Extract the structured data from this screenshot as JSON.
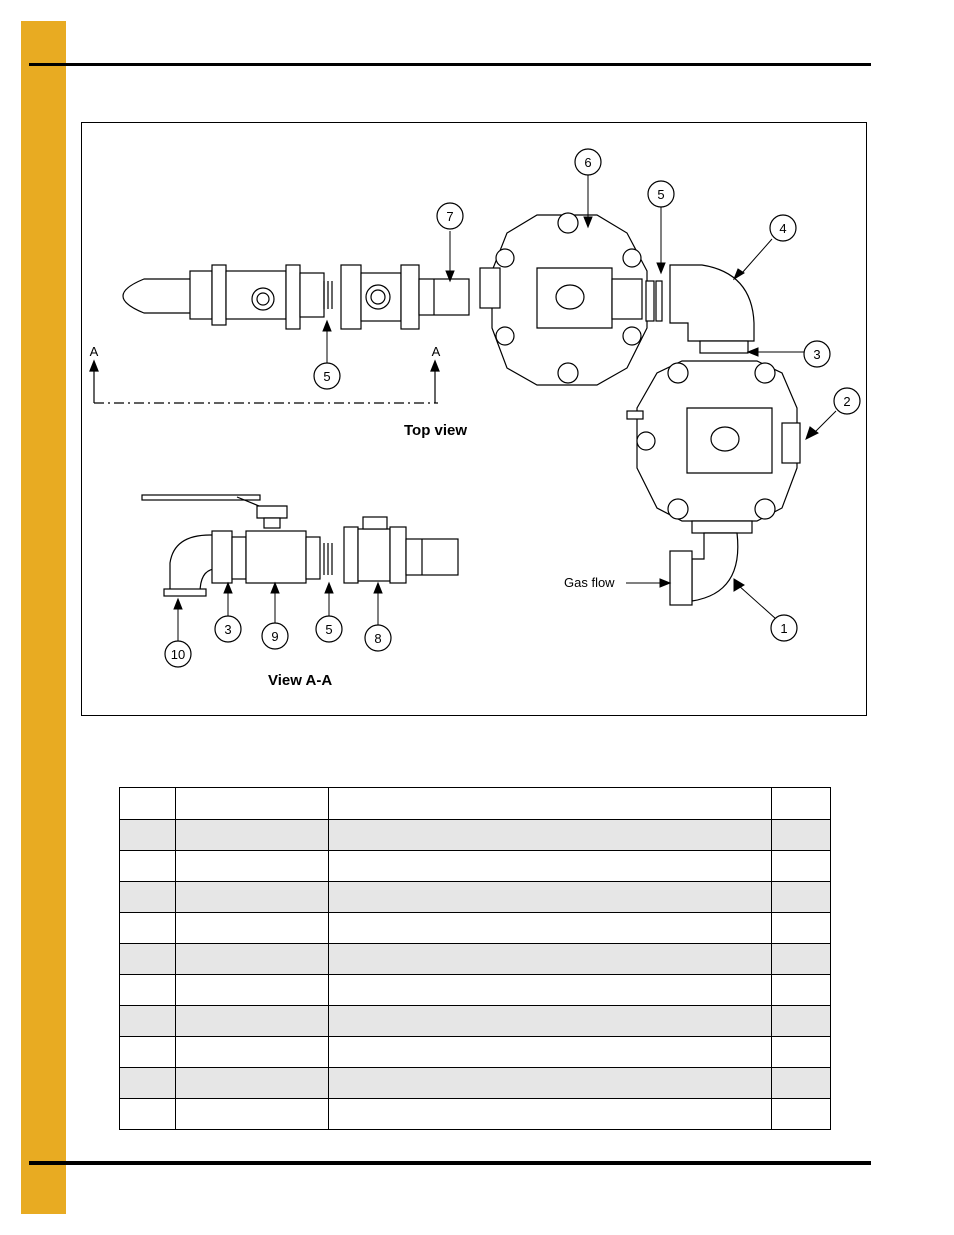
{
  "colors": {
    "side_tab": "#E8AB22",
    "row_shade": "#e6e6e6"
  },
  "figure": {
    "top_view_label": "Top view",
    "view_aa_label": "View A-A",
    "gas_flow_label": "Gas flow",
    "section_a_left": "A",
    "section_a_right": "A",
    "callouts_top": {
      "c6": "6",
      "c7": "7",
      "c5a": "5",
      "c4": "4",
      "c5b": "5",
      "c3": "3",
      "c2": "2",
      "c1": "1"
    },
    "callouts_aa": {
      "c10": "10",
      "c3": "3",
      "c9": "9",
      "c5": "5",
      "c8": "8"
    }
  },
  "table": {
    "headers": [
      "",
      "",
      "",
      ""
    ],
    "rows": [
      [
        "",
        "",
        "",
        ""
      ],
      [
        "",
        "",
        "",
        ""
      ],
      [
        "",
        "",
        "",
        ""
      ],
      [
        "",
        "",
        "",
        ""
      ],
      [
        "",
        "",
        "",
        ""
      ],
      [
        "",
        "",
        "",
        ""
      ],
      [
        "",
        "",
        "",
        ""
      ],
      [
        "",
        "",
        "",
        ""
      ],
      [
        "",
        "",
        "",
        ""
      ],
      [
        "",
        "",
        "",
        ""
      ]
    ]
  }
}
